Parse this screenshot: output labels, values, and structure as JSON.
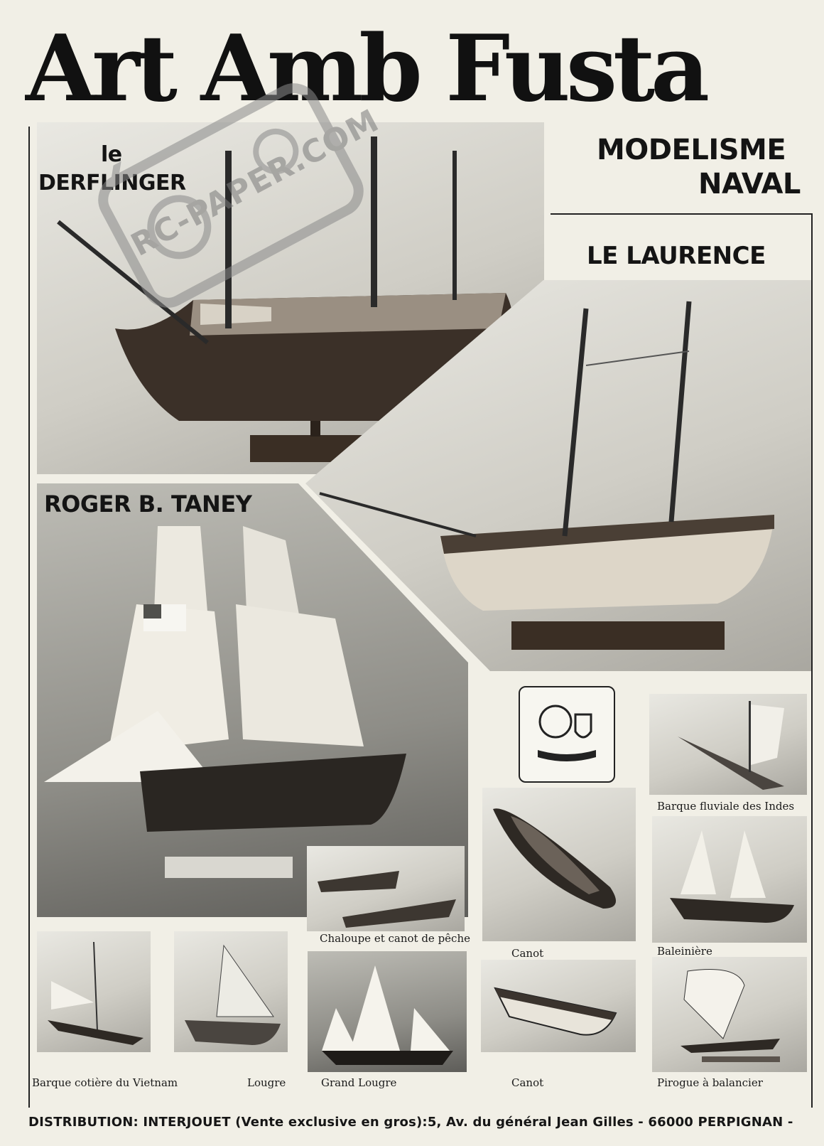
{
  "header": {
    "title": "Art Amb Fusta",
    "subtitle_line1": "MODELISME",
    "subtitle_line2": "NAVAL"
  },
  "models": {
    "derflinger_article": "le",
    "derflinger_name": "DERFLINGER",
    "laurence": "LE LAURENCE",
    "taney": "ROGER B. TANEY"
  },
  "captions": {
    "barque_indes": "Barque fluviale des Indes",
    "chaloupe": "Chaloupe et canot de pêche",
    "canot_1": "Canot",
    "baleiniere": "Baleinière",
    "barque_vietnam": "Barque cotière du Vietnam",
    "lougre": "Lougre",
    "grand_lougre": "Grand Lougre",
    "canot_2": "Canot",
    "pirogue": "Pirogue à balancier"
  },
  "footer": {
    "text": "DISTRIBUTION: INTERJOUET (Vente exclusive en gros):5, Av. du général Jean Gilles - 66000 PERPIGNAN -"
  },
  "watermark": {
    "text": "RC-PAPER.COM"
  },
  "colors": {
    "paper": "#f1efe6",
    "ink": "#141414"
  }
}
